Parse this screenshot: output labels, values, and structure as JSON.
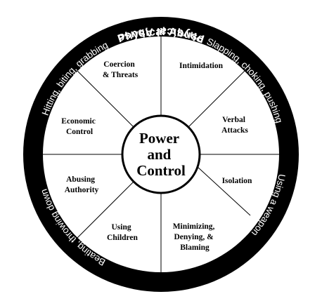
{
  "rim": {
    "top_title": "Physical Abuse",
    "bottom_title": "Physical Abuse",
    "upper_left": "Hitting, biting, grabbing",
    "upper_right": "Slapping, choking, pushing",
    "lower_left": "Beating, throwing down",
    "lower_right": "Using a weapon"
  },
  "center": {
    "line1": "Power",
    "line2": "and",
    "line3": "Control"
  },
  "segments": {
    "coercion": [
      "Coercion",
      "& Threats"
    ],
    "intimidation": [
      "Intimidation"
    ],
    "verbal": [
      "Verbal",
      "Attacks"
    ],
    "isolation": [
      "Isolation"
    ],
    "minimizing": [
      "Minimizing,",
      "Denying, &",
      "Blaming"
    ],
    "children": [
      "Using",
      "Children"
    ],
    "authority": [
      "Abusing",
      "Authority"
    ],
    "economic": [
      "Economic",
      "Control"
    ]
  },
  "colors": {
    "rim": "#000000",
    "background": "#ffffff",
    "rim_text": "#ffffff",
    "lines": "#000000"
  }
}
